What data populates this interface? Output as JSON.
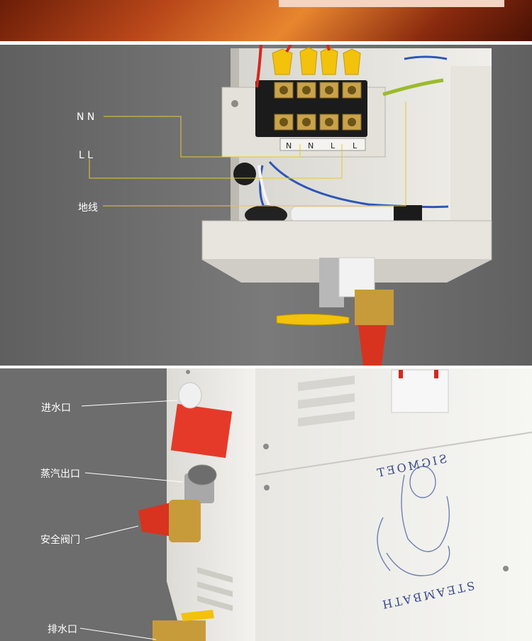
{
  "wiring_section": {
    "callouts": [
      {
        "id": "neutral",
        "text": "N N"
      },
      {
        "id": "live",
        "text": "L L"
      },
      {
        "id": "ground",
        "text": "地线"
      }
    ],
    "terminal_labels": [
      "N",
      "N",
      "L",
      "L"
    ]
  },
  "steamer_section": {
    "callouts": [
      {
        "id": "water-inlet",
        "text": "进水口"
      },
      {
        "id": "steam-outlet",
        "text": "蒸汽出口"
      },
      {
        "id": "safety-valve",
        "text": "安全阀门"
      },
      {
        "id": "drain",
        "text": "排水口"
      }
    ],
    "brand_logo_text": "SIGMOET",
    "product_text": "STEAMBATH"
  },
  "colors": {
    "callout_line": "#e8c832",
    "callout_line_white": "#ffffff",
    "background_grey": "#6e6e6e",
    "accent_yellow": "#f2c20c"
  }
}
